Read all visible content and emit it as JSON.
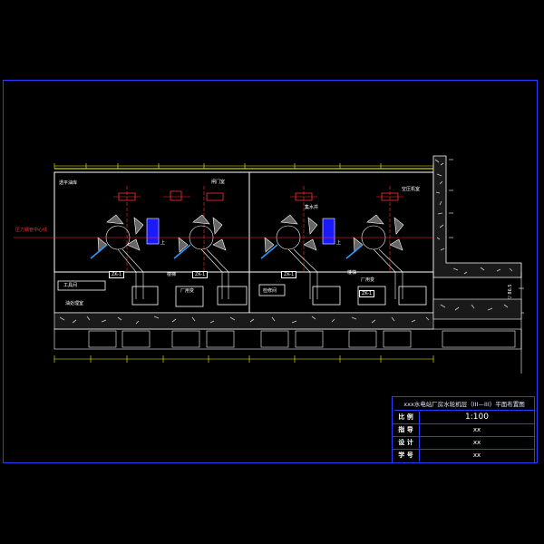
{
  "title_block": {
    "title": "xxx水电站厂房水轮机层（III—III）平面布置图",
    "rows": [
      {
        "label": "比 例",
        "value": "1:100"
      },
      {
        "label": "指 导",
        "value": "xx"
      },
      {
        "label": "设 计",
        "value": "xx"
      },
      {
        "label": "学 号",
        "value": "xx"
      }
    ]
  },
  "labels": {
    "left_pipe": "压力钢管中心线",
    "up_1": "上",
    "up_2": "上",
    "gate": "闸门室",
    "room_a": "透平油库",
    "room_b": "空压机室",
    "room_c": "集水井",
    "room_d": "工具间",
    "room_e": "油处理室",
    "room_f": "检修间",
    "tag_1": "ZK-1",
    "tag_2": "ZK-1",
    "tag_3": "ZK-1",
    "tag_4": "ZK-1",
    "stair_1": "楼梯",
    "stair_2": "楼梯",
    "room_g": "厂用变",
    "room_h": "厂用变",
    "elev": "▽ 86.5"
  }
}
